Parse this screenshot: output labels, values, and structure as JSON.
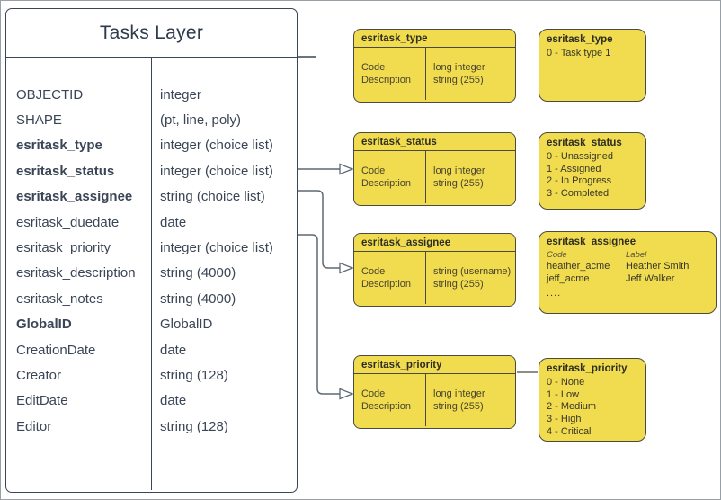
{
  "colors": {
    "note_fill": "#f1dc4f",
    "note_border": "#4b4a3e",
    "entity_border": "#3a4556",
    "entity_text": "#3a4556",
    "connector": "#5d6874",
    "page_border": "#979fa7"
  },
  "tasks_layer": {
    "title": "Tasks Layer",
    "fields": [
      {
        "name": "OBJECTID",
        "type": "integer",
        "bold": false
      },
      {
        "name": "SHAPE",
        "type": "(pt, line, poly)",
        "bold": false
      },
      {
        "name": "esritask_type",
        "type": "integer (choice list)",
        "bold": true
      },
      {
        "name": "esritask_status",
        "type": "integer (choice list)",
        "bold": true
      },
      {
        "name": "esritask_assignee",
        "type": "string (choice list)",
        "bold": true
      },
      {
        "name": "esritask_duedate",
        "type": "date",
        "bold": false
      },
      {
        "name": "esritask_priority",
        "type": "integer (choice list)",
        "bold": false
      },
      {
        "name": "esritask_description",
        "type": "string (4000)",
        "bold": false
      },
      {
        "name": "esritask_notes",
        "type": "string (4000)",
        "bold": false
      },
      {
        "name": "GlobalID",
        "type": "GlobalID",
        "bold": true
      },
      {
        "name": "CreationDate",
        "type": "date",
        "bold": false
      },
      {
        "name": "Creator",
        "type": "string (128)",
        "bold": false
      },
      {
        "name": "EditDate",
        "type": "date",
        "bold": false
      },
      {
        "name": "Editor",
        "type": "string (128)",
        "bold": false
      }
    ]
  },
  "domain_tables": [
    {
      "title": "esritask_type",
      "fields": [
        {
          "label": "Code",
          "type": "long integer"
        },
        {
          "label": "Description",
          "type": "string (255)"
        }
      ]
    },
    {
      "title": "esritask_status",
      "fields": [
        {
          "label": "Code",
          "type": "long integer"
        },
        {
          "label": "Description",
          "type": "string (255)"
        }
      ]
    },
    {
      "title": "esritask_assignee",
      "fields": [
        {
          "label": "Code",
          "type": "string  (username)"
        },
        {
          "label": "Description",
          "type": "string (255)"
        }
      ]
    },
    {
      "title": "esritask_priority",
      "fields": [
        {
          "label": "Code",
          "type": "long integer"
        },
        {
          "label": "Description",
          "type": "string (255)"
        }
      ]
    }
  ],
  "value_lists": [
    {
      "title": "esritask_type",
      "values": [
        "0 - Task type 1"
      ]
    },
    {
      "title": "esritask_status",
      "values": [
        "0 - Unassigned",
        "1 - Assigned",
        "2 - In Progress",
        "3 - Completed"
      ]
    },
    {
      "title": "esritask_assignee",
      "columns": {
        "headers": [
          "Code",
          "Label"
        ],
        "rows": [
          [
            "heather_acme",
            "Heather Smith"
          ],
          [
            "jeff_acme",
            "Jeff Walker"
          ]
        ],
        "more": "...."
      }
    },
    {
      "title": "esritask_priority",
      "values": [
        "0 - None",
        "1 - Low",
        "2 - Medium",
        "3 - High",
        "4 - Critical"
      ]
    }
  ]
}
